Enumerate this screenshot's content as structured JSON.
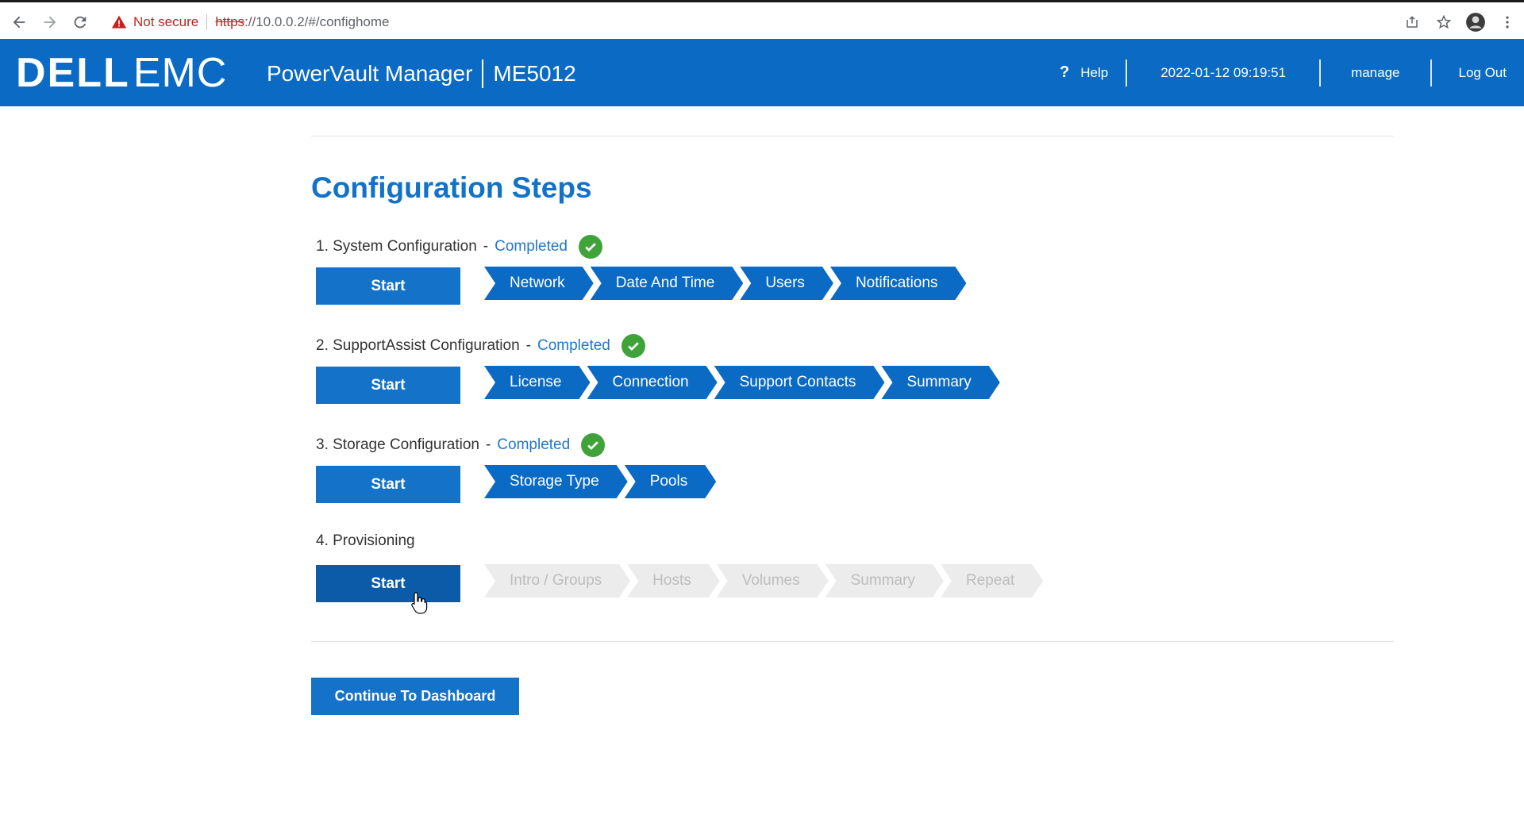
{
  "browser": {
    "not_secure_label": "Not secure",
    "url_scheme": "https",
    "url_rest": "://10.0.0.2/#/confighome",
    "icons": [
      "back-arrow-icon",
      "forward-arrow-icon",
      "reload-icon",
      "warning-icon",
      "share-icon",
      "star-icon",
      "profile-icon",
      "more-vert-icon"
    ]
  },
  "header": {
    "logo_dell": "DELL",
    "logo_emc": "EMC",
    "app_name": "PowerVault Manager",
    "model": "ME5012",
    "help_label": "Help",
    "datetime": "2022-01-12 09:19:51",
    "user": "manage",
    "logout_label": "Log Out",
    "bg_color": "#0a6ac4"
  },
  "page": {
    "title": "Configuration Steps",
    "continue_label": "Continue To Dashboard"
  },
  "steps": [
    {
      "title": "1. System Configuration",
      "separator": "-",
      "status": "Completed",
      "start_label": "Start",
      "substeps": [
        "Network",
        "Date And Time",
        "Users",
        "Notifications"
      ]
    },
    {
      "title": "2. SupportAssist Configuration",
      "separator": "-",
      "status": "Completed",
      "start_label": "Start",
      "substeps": [
        "License",
        "Connection",
        "Support Contacts",
        "Summary"
      ]
    },
    {
      "title": "3. Storage Configuration",
      "separator": "-",
      "status": "Completed",
      "start_label": "Start",
      "substeps": [
        "Storage Type",
        "Pools"
      ]
    },
    {
      "title": "4. Provisioning",
      "start_label": "Start",
      "substeps": [
        "Intro / Groups",
        "Hosts",
        "Volumes",
        "Summary",
        "Repeat"
      ]
    }
  ],
  "colors": {
    "accent": "#1472c9",
    "completed_check": "#3fa33a",
    "disabled_chevron": "#ececec"
  }
}
